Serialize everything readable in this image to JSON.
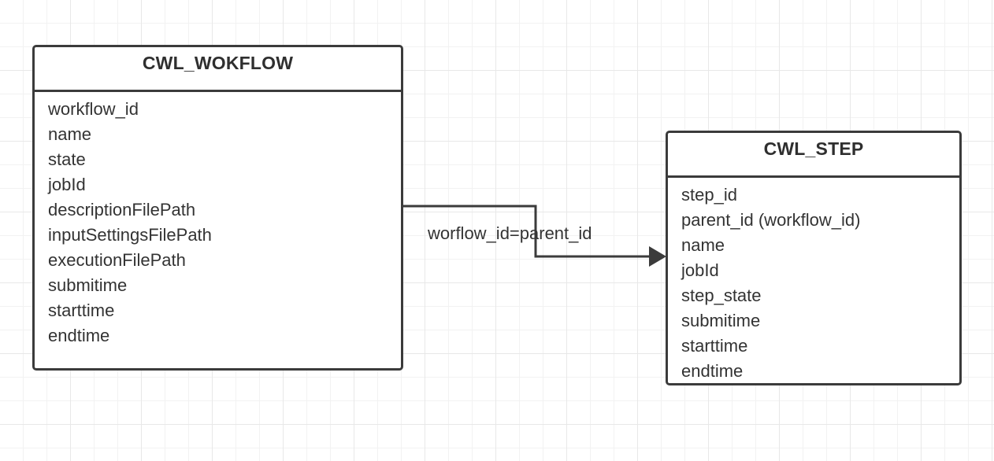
{
  "diagram": {
    "type": "entity-relationship-diagram",
    "background": "grid-canvas",
    "grid_color": "#e8e8e8",
    "line_color": "#3b3b3b",
    "text_color": "#333333"
  },
  "entities": [
    {
      "id": "cwl-workflow",
      "title": "CWL_WOKFLOW",
      "attributes": [
        "workflow_id",
        "name",
        "state",
        "jobId",
        "descriptionFilePath",
        "inputSettingsFilePath",
        "executionFilePath",
        "submitime",
        "starttime",
        "endtime"
      ]
    },
    {
      "id": "cwl-step",
      "title": "CWL_STEP",
      "attributes": [
        "step_id",
        "parent_id (workflow_id)",
        "name",
        "jobId",
        "step_state",
        "submitime",
        "starttime",
        "endtime"
      ]
    }
  ],
  "relationships": [
    {
      "id": "workflow-to-step",
      "label": "worflow_id=parent_id",
      "from": "cwl-workflow",
      "to": "cwl-step",
      "arrow": "single-directed"
    }
  ]
}
